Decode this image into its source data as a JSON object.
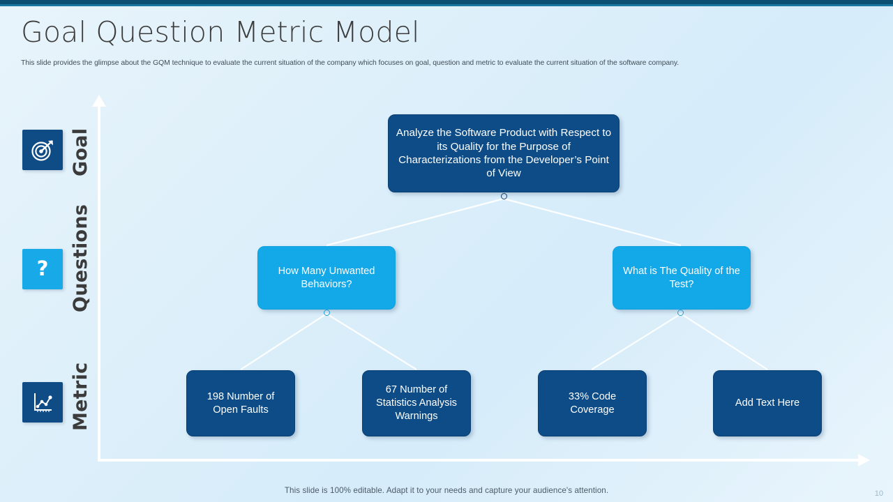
{
  "slide": {
    "title": "Goal Question Metric Model",
    "subtitle": "This slide provides the glimpse about the GQM  technique  to evaluate the current situation of the company which focuses on goal, question and metric to evaluate the current situation of the software company.",
    "footer_note": "This slide is 100% editable. Adapt it to your needs and capture your audience's attention.",
    "page_number": "10",
    "accent_dark": "#0d4c86",
    "accent_light": "#13a9e9",
    "background": "#dceffa",
    "top_bar_color": "#0b4f73"
  },
  "axes": {
    "vertical_arrow": "up-arrow-icon",
    "horizontal_arrow": "right-arrow-icon"
  },
  "rows": [
    {
      "key": "goal",
      "label": "Goal",
      "icon": "target-icon",
      "icon_style": "dark"
    },
    {
      "key": "questions",
      "label": "Questions",
      "icon": "question-mark-icon",
      "icon_style": "light"
    },
    {
      "key": "metric",
      "label": "Metric",
      "icon": "line-chart-icon",
      "icon_style": "dark"
    }
  ],
  "goal_nodes": [
    {
      "id": "goal-1",
      "text": "Analyze the Software Product with Respect to its Quality for the Purpose of Characterizations from the Developer’s Point of View"
    }
  ],
  "question_nodes": [
    {
      "id": "question-1",
      "text": "How Many Unwanted Behaviors?"
    },
    {
      "id": "question-2",
      "text": "What is The Quality of the Test?"
    }
  ],
  "metric_nodes": [
    {
      "id": "metric-1",
      "text": "198 Number of Open Faults"
    },
    {
      "id": "metric-2",
      "text": "67 Number of Statistics Analysis Warnings"
    },
    {
      "id": "metric-3",
      "text": "33% Code Coverage"
    },
    {
      "id": "metric-4",
      "text": "Add Text Here"
    }
  ]
}
